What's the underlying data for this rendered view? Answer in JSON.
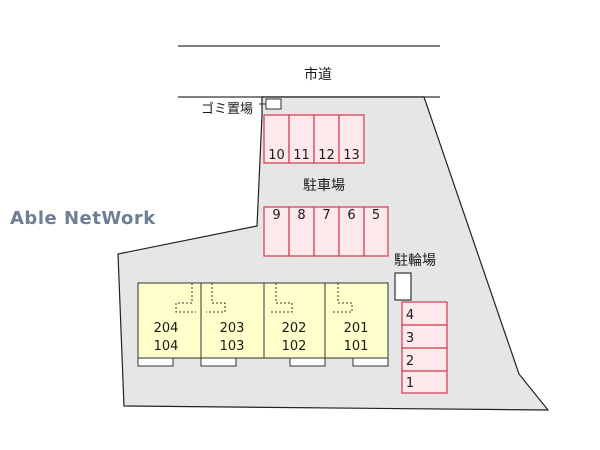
{
  "road_label": "市道",
  "garbage_label": "ゴミ置場",
  "parking_label": "駐車場",
  "bike_parking_label": "駐輪場",
  "watermark": "Able NetWork",
  "colors": {
    "lot_fill": "#e6e6e6",
    "stall_fill": "#fde8ec",
    "stall_stroke": "#d23a4e",
    "unit_fill": "#ffffcc",
    "watermark": "#6e7f95"
  },
  "parking_top_row": [
    "10",
    "11",
    "12",
    "13"
  ],
  "parking_middle_row": [
    "9",
    "8",
    "7",
    "6",
    "5"
  ],
  "parking_right_column": [
    "4",
    "3",
    "2",
    "1"
  ],
  "units": [
    {
      "upper": "204",
      "lower": "104"
    },
    {
      "upper": "203",
      "lower": "103"
    },
    {
      "upper": "202",
      "lower": "102"
    },
    {
      "upper": "201",
      "lower": "101"
    }
  ]
}
